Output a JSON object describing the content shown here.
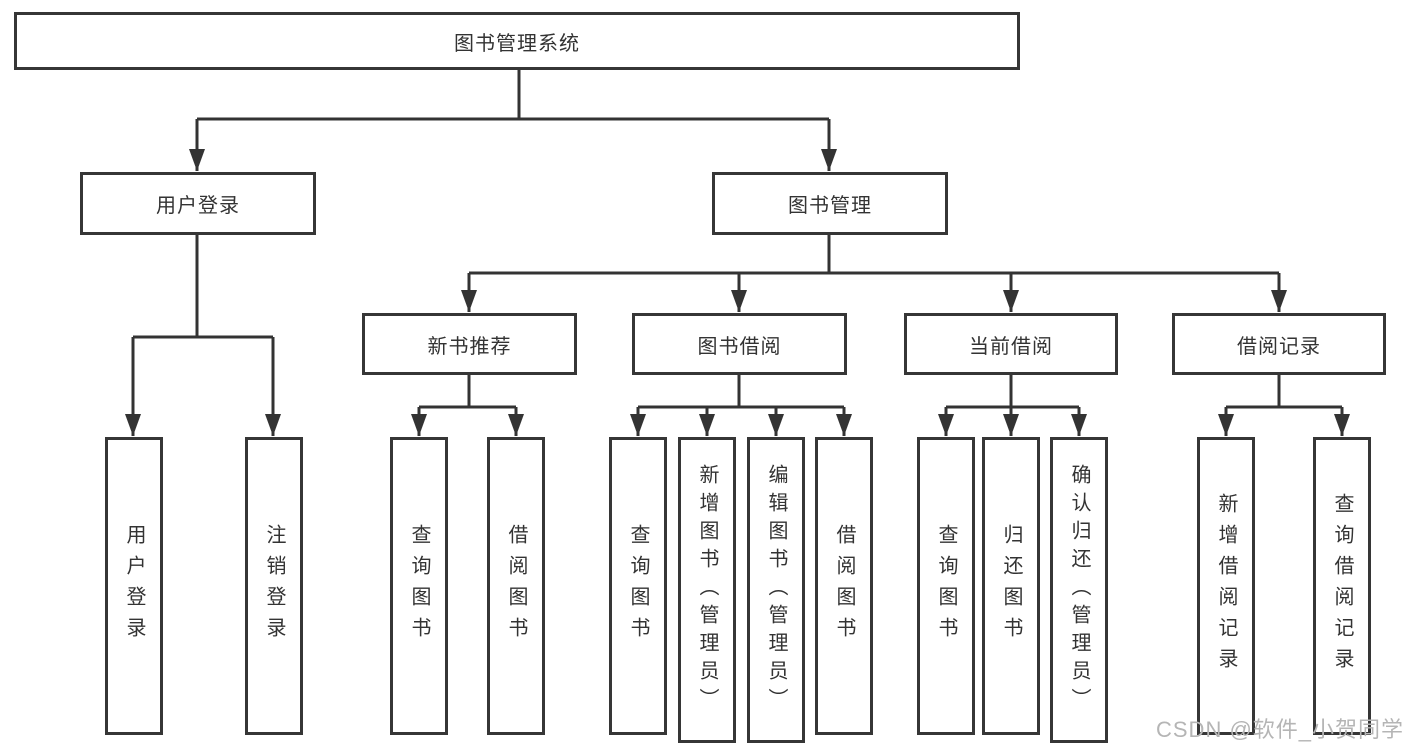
{
  "diagram": {
    "root": {
      "label": "图书管理系统"
    },
    "level2": [
      {
        "label": "用户登录"
      },
      {
        "label": "图书管理"
      }
    ],
    "level3": [
      {
        "label": "新书推荐"
      },
      {
        "label": "图书借阅"
      },
      {
        "label": "当前借阅"
      },
      {
        "label": "借阅记录"
      }
    ],
    "leaves": [
      {
        "label": "用户登录"
      },
      {
        "label": "注销登录"
      },
      {
        "label": "查询图书"
      },
      {
        "label": "借阅图书"
      },
      {
        "label": "查询图书"
      },
      {
        "label": "新增图书（管理员）"
      },
      {
        "label": "编辑图书（管理员）"
      },
      {
        "label": "借阅图书"
      },
      {
        "label": "查询图书"
      },
      {
        "label": "归还图书"
      },
      {
        "label": "确认归还（管理员）"
      },
      {
        "label": "新增借阅记录"
      },
      {
        "label": "查询借阅记录"
      }
    ],
    "watermark": "CSDN @软件_小贺同学",
    "colors": {
      "line": "#333333",
      "border": "#363636",
      "text": "#333333",
      "background": "#ffffff",
      "watermark": "#b5b5b5"
    }
  }
}
